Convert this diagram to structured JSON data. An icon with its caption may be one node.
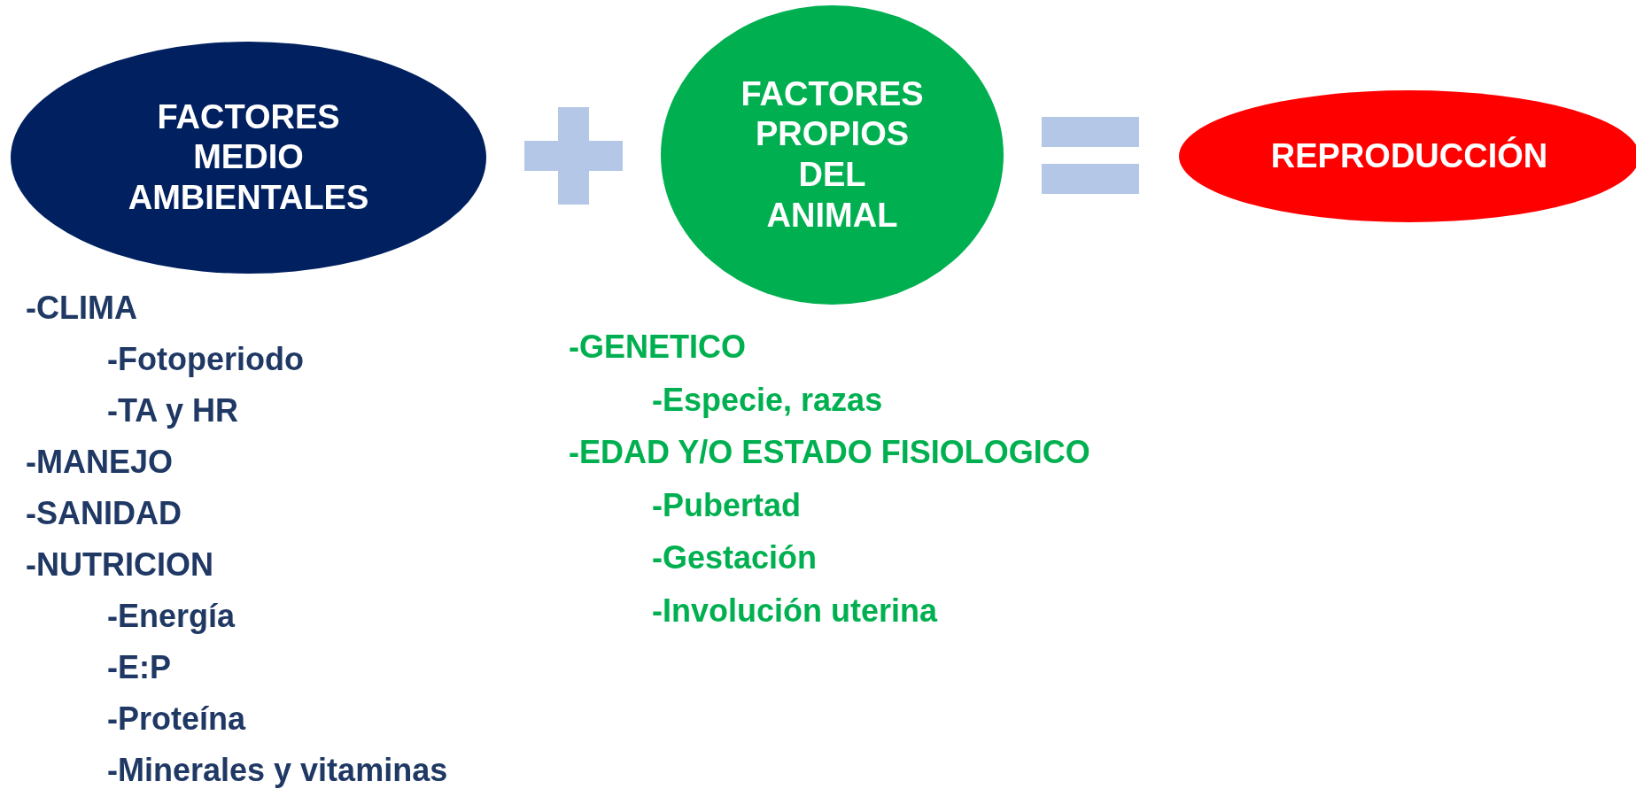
{
  "diagram": {
    "nodes": [
      {
        "text": [
          "FACTORES MEDIO AMBIENTALES"
        ],
        "beside": [
          "-CLIMA",
          "-Fotoperiodo",
          "-TA y HR",
          "-MANEJO",
          "-SANIDAD",
          "-NUTRICION",
          "-Energía",
          "-E:P",
          "-Proteína",
          "-Minerales y vitaminas"
        ]
      },
      {
        "text": [
          "FACTORES PROPIOS DEL ANIMAL"
        ],
        "beside": [
          "-GENETICO",
          "-Especie, razas",
          "-EDAD Y/O ESTADO FISIOLOGICO",
          "-Pubertad",
          "-Gestación",
          "-Involución uterina"
        ]
      },
      {
        "text": [
          "REPRODUCCIÓN"
        ]
      }
    ],
    "edges": []
  }
}
